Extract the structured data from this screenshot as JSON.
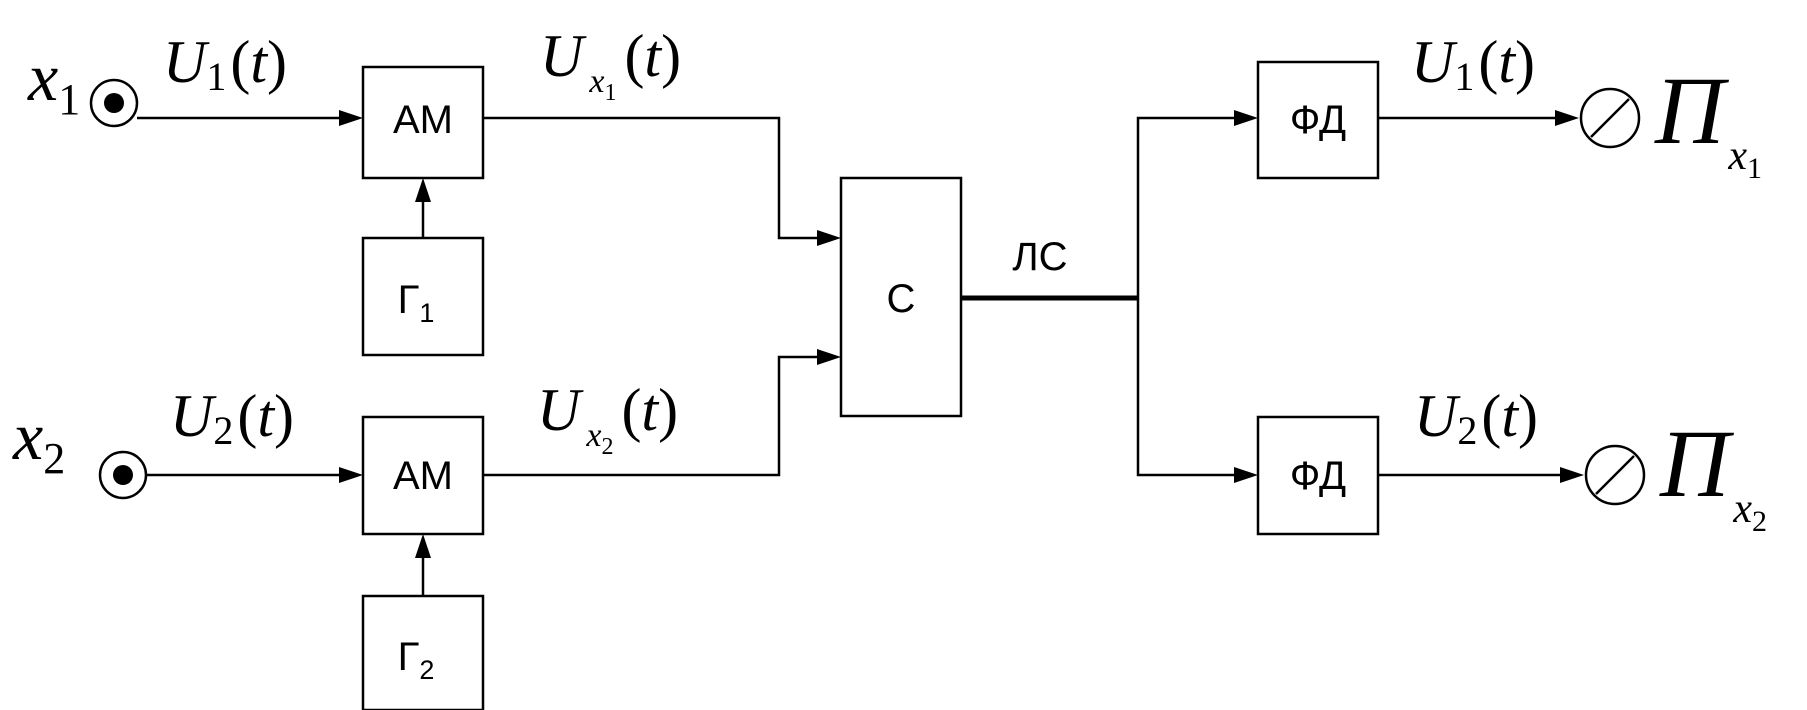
{
  "inputs": [
    {
      "var": "x",
      "index": "1"
    },
    {
      "var": "x",
      "index": "2"
    }
  ],
  "input_signals": [
    {
      "var": "U",
      "index": "1",
      "paren_open": "(",
      "arg": "t",
      "paren_close": ")"
    },
    {
      "var": "U",
      "index": "2",
      "paren_open": "(",
      "arg": "t",
      "paren_close": ")"
    }
  ],
  "modulators": [
    {
      "label": "АМ"
    },
    {
      "label": "АМ"
    }
  ],
  "generators": [
    {
      "label": "Г",
      "index": "1"
    },
    {
      "label": "Г",
      "index": "2"
    }
  ],
  "modulated_signals": [
    {
      "var": "U",
      "sub_var": "x",
      "sub_index": "1",
      "paren_open": "(",
      "arg": "t",
      "paren_close": ")"
    },
    {
      "var": "U",
      "sub_var": "x",
      "sub_index": "2",
      "paren_open": "(",
      "arg": "t",
      "paren_close": ")"
    }
  ],
  "combiner": {
    "label": "С"
  },
  "line": {
    "label": "ЛС"
  },
  "detectors": [
    {
      "label": "ФД"
    },
    {
      "label": "ФД"
    }
  ],
  "output_signals": [
    {
      "var": "U",
      "index": "1",
      "paren_open": "(",
      "arg": "t",
      "paren_close": ")"
    },
    {
      "var": "U",
      "index": "2",
      "paren_open": "(",
      "arg": "t",
      "paren_close": ")"
    }
  ],
  "indicators": [
    {
      "var": "П",
      "sub_var": "x",
      "sub_index": "1"
    },
    {
      "var": "П",
      "sub_var": "x",
      "sub_index": "2"
    }
  ]
}
